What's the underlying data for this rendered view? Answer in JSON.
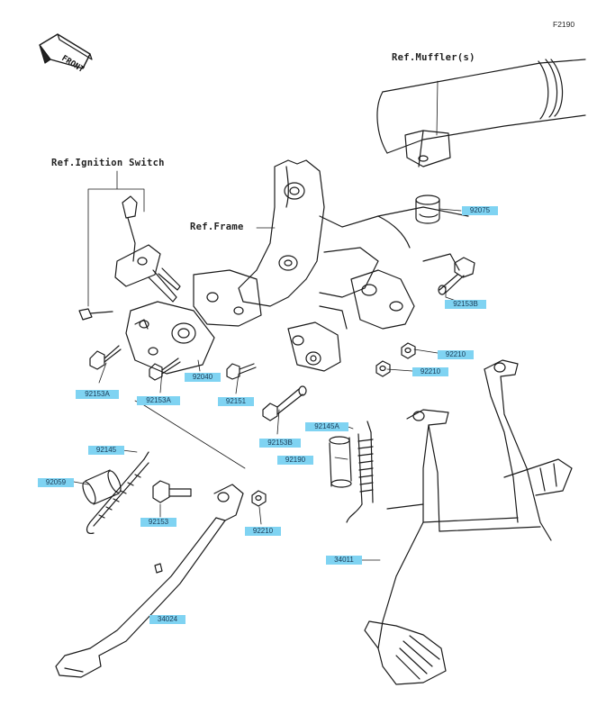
{
  "diagram_code": "F2190",
  "front_marker": "FRONT",
  "refs": {
    "muffler": "Ref.Muffler(s)",
    "ignition": "Ref.Ignition Switch",
    "frame": "Ref.Frame"
  },
  "parts": [
    {
      "id": "p92075",
      "code": "92075"
    },
    {
      "id": "p92153b_top",
      "code": "92153B"
    },
    {
      "id": "p92210_a",
      "code": "92210"
    },
    {
      "id": "p92210_b",
      "code": "92210"
    },
    {
      "id": "p92153a_left",
      "code": "92153A"
    },
    {
      "id": "p92153a_mid",
      "code": "92153A"
    },
    {
      "id": "p92040",
      "code": "92040"
    },
    {
      "id": "p92151",
      "code": "92151"
    },
    {
      "id": "p92153b_bot",
      "code": "92153B"
    },
    {
      "id": "p92145a",
      "code": "92145A"
    },
    {
      "id": "p92190",
      "code": "92190"
    },
    {
      "id": "p92145",
      "code": "92145"
    },
    {
      "id": "p92059",
      "code": "92059"
    },
    {
      "id": "p92153",
      "code": "92153"
    },
    {
      "id": "p92210_c",
      "code": "92210"
    },
    {
      "id": "p34011",
      "code": "34011"
    },
    {
      "id": "p34024",
      "code": "34024"
    }
  ]
}
